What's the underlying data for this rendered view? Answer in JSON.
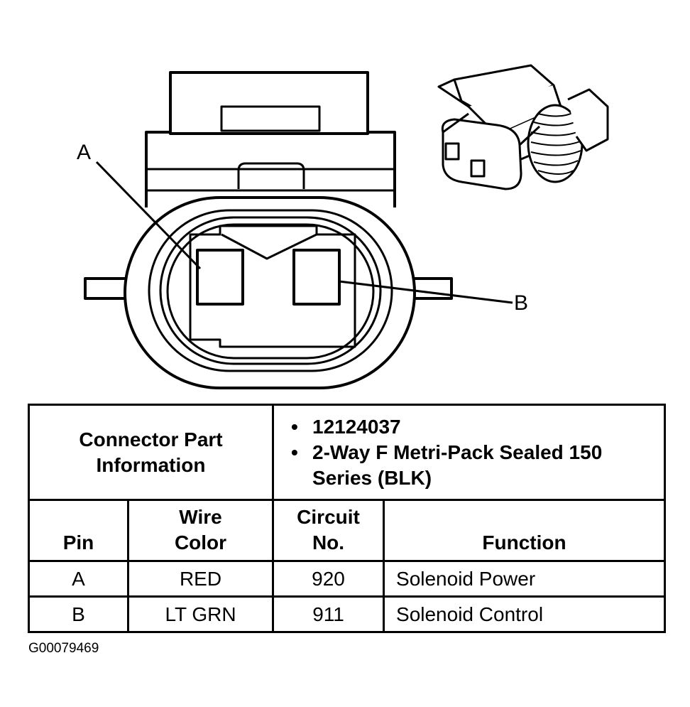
{
  "diagram": {
    "callout_a": "A",
    "callout_b": "B",
    "connector_face_name": "connector-face-view",
    "connector_3d_name": "connector-isometric-view"
  },
  "table": {
    "part_info_label": "Connector Part Information",
    "part_info_items": [
      "12124037",
      "2-Way F Metri-Pack Sealed 150 Series (BLK)"
    ],
    "headers": {
      "pin": "Pin",
      "wire_color": "Wire Color",
      "circuit": "Circuit No.",
      "function": "Function"
    },
    "rows": [
      {
        "pin": "A",
        "wire_color": "RED",
        "circuit": "920",
        "function": "Solenoid Power"
      },
      {
        "pin": "B",
        "wire_color": "LT GRN",
        "circuit": "911",
        "function": "Solenoid Control"
      }
    ]
  },
  "figure_id": "G00079469"
}
